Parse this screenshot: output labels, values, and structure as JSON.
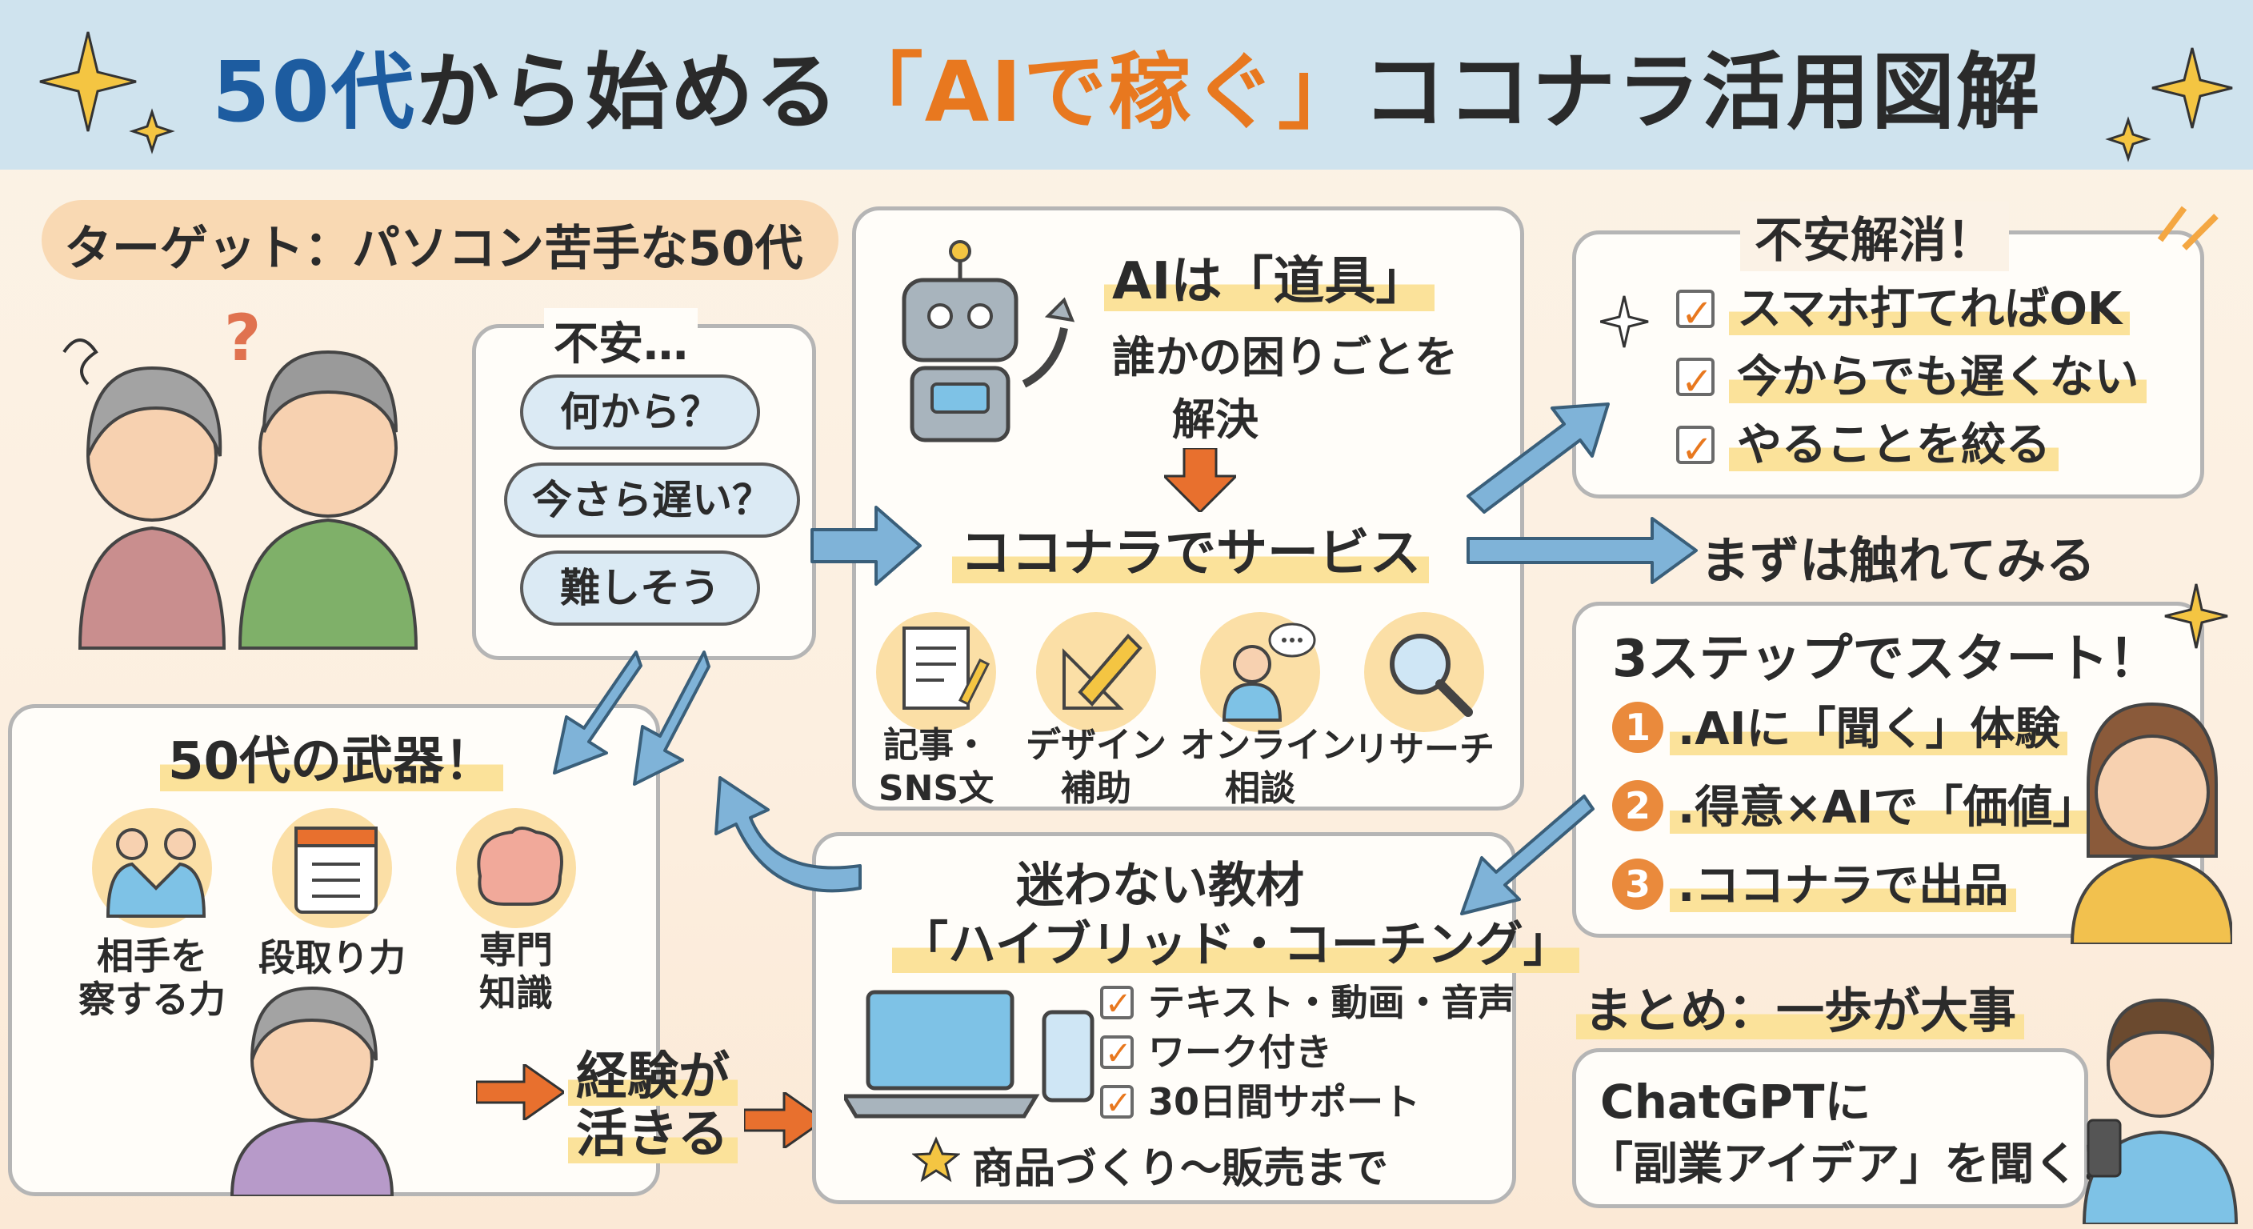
{
  "title": {
    "part1": "50代",
    "part2": "から始める",
    "part3": "「AIで稼ぐ」",
    "part4": "ココナラ活用図解"
  },
  "target": {
    "label": "ターゲット：パソコン苦手な50代"
  },
  "anxiety": {
    "heading": "不安…",
    "bubbles": [
      "何から？",
      "今さら遅い？",
      "難しそう"
    ]
  },
  "ai_tool": {
    "heading": "AIは「道具」",
    "line1": "誰かの困りごとを",
    "line2": "解決",
    "service": "ココナラでサービス"
  },
  "services": [
    {
      "line1": "記事・",
      "line2": "SNS文",
      "icon": "article-icon"
    },
    {
      "line1": "デザイン",
      "line2": "補助",
      "icon": "design-pencil-icon"
    },
    {
      "line1": "オンライン",
      "line2": "相談",
      "icon": "consult-person-icon"
    },
    {
      "line1": "リサーチ",
      "line2": "",
      "icon": "magnifier-icon"
    }
  ],
  "relief": {
    "heading": "不安解消！",
    "items": [
      "スマホ打てればOK",
      "今からでも遅くない",
      "やることを絞る"
    ]
  },
  "try_first": "まずは触れてみる",
  "steps": {
    "heading": "3ステップでスタート！",
    "items": [
      {
        "num": "1",
        "text": ".AIに「聞く」体験"
      },
      {
        "num": "2",
        "text": ".得意×AIで「価値」"
      },
      {
        "num": "3",
        "text": ".ココナラで出品"
      }
    ]
  },
  "weapons": {
    "heading": "50代の武器！",
    "items": [
      {
        "line1": "相手を",
        "line2": "察する力",
        "icon": "handshake-icon"
      },
      {
        "line1": "段取り力",
        "line2": "",
        "icon": "calendar-checklist-icon"
      },
      {
        "line1": "専門",
        "line2": "知識",
        "icon": "brain-icon"
      }
    ],
    "experience_line1": "経験が",
    "experience_line2": "活きる"
  },
  "materials": {
    "heading1": "迷わない教材",
    "heading2": "「ハイブリッド・コーチング」",
    "items": [
      "テキスト・動画・音声",
      "ワーク付き",
      "30日間サポート"
    ],
    "footer": "商品づくり〜販売まで"
  },
  "summary": {
    "heading": "まとめ：一歩が大事",
    "line1": "ChatGPTに",
    "line2": "「副業アイデア」を聞く！"
  },
  "colors": {
    "header_bg": "#cfe3ee",
    "accent_orange": "#e8781f",
    "accent_blue": "#1d5ca0",
    "arrow_blue": "#6aa3cc",
    "highlight": "#fbe29a"
  }
}
